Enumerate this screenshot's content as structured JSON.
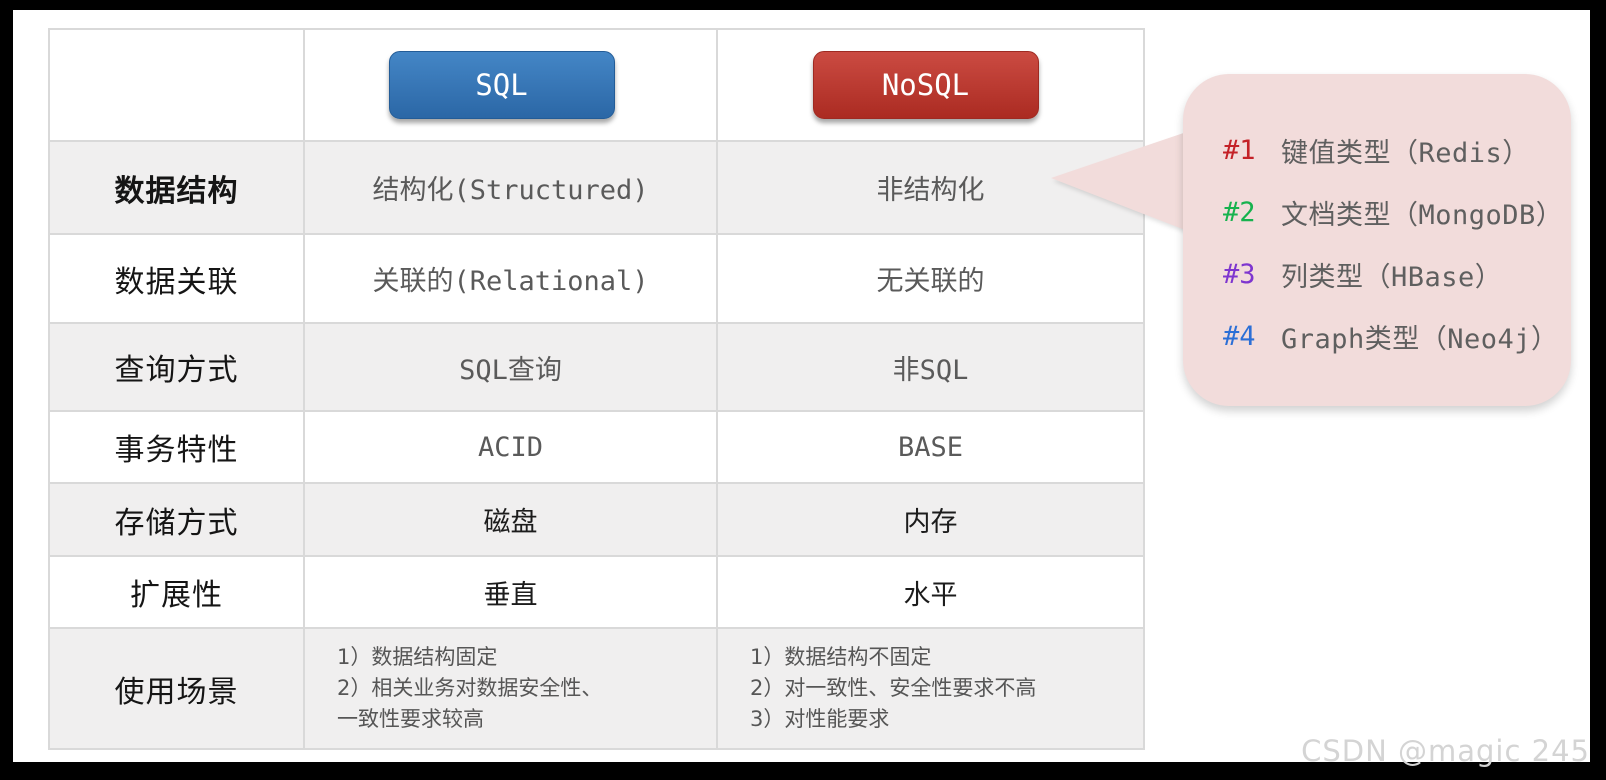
{
  "table": {
    "header": {
      "sql_label": "SQL",
      "nosql_label": "NoSQL"
    },
    "rows": [
      {
        "label": "数据结构",
        "sql": "结构化(Structured)",
        "nosql": "非结构化"
      },
      {
        "label": "数据关联",
        "sql": "关联的(Relational)",
        "nosql": "无关联的"
      },
      {
        "label": "查询方式",
        "sql": "SQL查询",
        "nosql": "非SQL"
      },
      {
        "label": "事务特性",
        "sql": "ACID",
        "nosql": "BASE"
      },
      {
        "label": "存储方式",
        "sql": "磁盘",
        "nosql": "内存"
      },
      {
        "label": "扩展性",
        "sql": "垂直",
        "nosql": "水平"
      },
      {
        "label": "使用场景",
        "sql_lines": {
          "0": "1）数据结构固定",
          "1": "2）相关业务对数据安全性、",
          "2": "一致性要求较高"
        },
        "nosql_lines": {
          "0": "1）数据结构不固定",
          "1": "2）对一致性、安全性要求不高",
          "2": "3）对性能要求"
        }
      }
    ]
  },
  "callout": {
    "items": [
      {
        "num": "#1",
        "label": "键值类型（Redis）",
        "num_color": "#c42127"
      },
      {
        "num": "#2",
        "label": "文档类型（MongoDB）",
        "num_color": "#17b24e"
      },
      {
        "num": "#3",
        "label": "列类型（HBase）",
        "num_color": "#7e35cf"
      },
      {
        "num": "#4",
        "label": "Graph类型（Neo4j）",
        "num_color": "#2c6fd6"
      }
    ]
  },
  "watermark": "CSDN @magic 245",
  "colors": {
    "sql_button": "#3577b5",
    "nosql_button": "#bb3a30",
    "callout_bg": "#f2dcdb",
    "row_shade": "#f0efef",
    "grid_line": "#d9d9d9"
  }
}
